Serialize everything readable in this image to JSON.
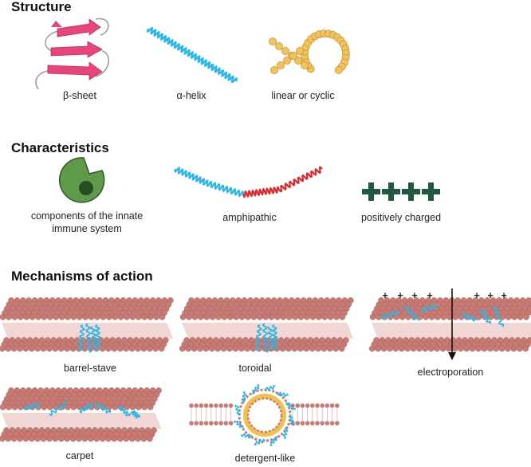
{
  "structure": {
    "heading": "Structure",
    "items": [
      "β-sheet",
      "α-helix",
      "linear or cyclic"
    ]
  },
  "characteristics": {
    "heading": "Characteristics",
    "items": [
      "components of the innate immune system",
      "amphipathic",
      "positively charged"
    ],
    "immune_line1": "components of the innate",
    "immune_line2": "immune system"
  },
  "mechanisms": {
    "heading": "Mechanisms of action",
    "items": [
      "barrel-stave",
      "toroidal",
      "electroporation",
      "carpet",
      "detergent-like"
    ],
    "charge_sign": "+"
  },
  "colors": {
    "sheet": "#e8457a",
    "helix_blue": "#29b6e8",
    "helix_red": "#e0282c",
    "bead": "#f2c35a",
    "cell": "#5f9a4b",
    "nucleus": "#244f23",
    "plus": "#1f5a3f",
    "lipid_head": "#c97a74",
    "lipid_tail": "#eed3cf",
    "vesicle_ring": "#f0b62e"
  }
}
